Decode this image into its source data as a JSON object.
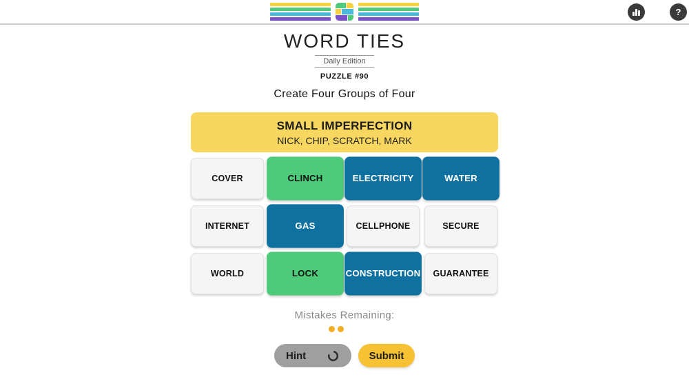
{
  "header": {
    "logo_name": "word-ties-striped-logo",
    "stats_icon": "bar-chart-icon",
    "help_icon": "question-mark-icon",
    "help_glyph": "?",
    "stripe_colors": [
      "#f6d243",
      "#4fc97c",
      "#49b9d9",
      "#7a52c8"
    ]
  },
  "masthead": {
    "title": "WORD TIES",
    "edition": "Daily Edition",
    "puzzle_number": "PUZZLE #90"
  },
  "instruction": "Create Four Groups of Four",
  "solved_group": {
    "title": "SMALL IMPERFECTION",
    "words": "NICK, CHIP, SCRATCH, MARK",
    "color": "#f7d75f"
  },
  "grid": {
    "tiles": [
      {
        "label": "COVER",
        "state": "default"
      },
      {
        "label": "CLINCH",
        "state": "green"
      },
      {
        "label": "ELECTRICITY",
        "state": "blue"
      },
      {
        "label": "WATER",
        "state": "blue"
      },
      {
        "label": "INTERNET",
        "state": "default"
      },
      {
        "label": "GAS",
        "state": "blue"
      },
      {
        "label": "CELLPHONE",
        "state": "default"
      },
      {
        "label": "SECURE",
        "state": "default"
      },
      {
        "label": "WORLD",
        "state": "default"
      },
      {
        "label": "LOCK",
        "state": "green"
      },
      {
        "label": "CONSTRUCTION",
        "state": "blue"
      },
      {
        "label": "GUARANTEE",
        "state": "default"
      }
    ],
    "state_colors": {
      "green": "#4ecb7a",
      "blue": "#0e719f",
      "default": "#f5f5f5"
    }
  },
  "mistakes": {
    "label": "Mistakes Remaining:",
    "remaining": 2,
    "dot_color": "#f4ac23"
  },
  "buttons": {
    "hint": "Hint",
    "hint_spinner_icon": "loading-arc-icon",
    "submit": "Submit",
    "submit_color": "#f7c134"
  }
}
